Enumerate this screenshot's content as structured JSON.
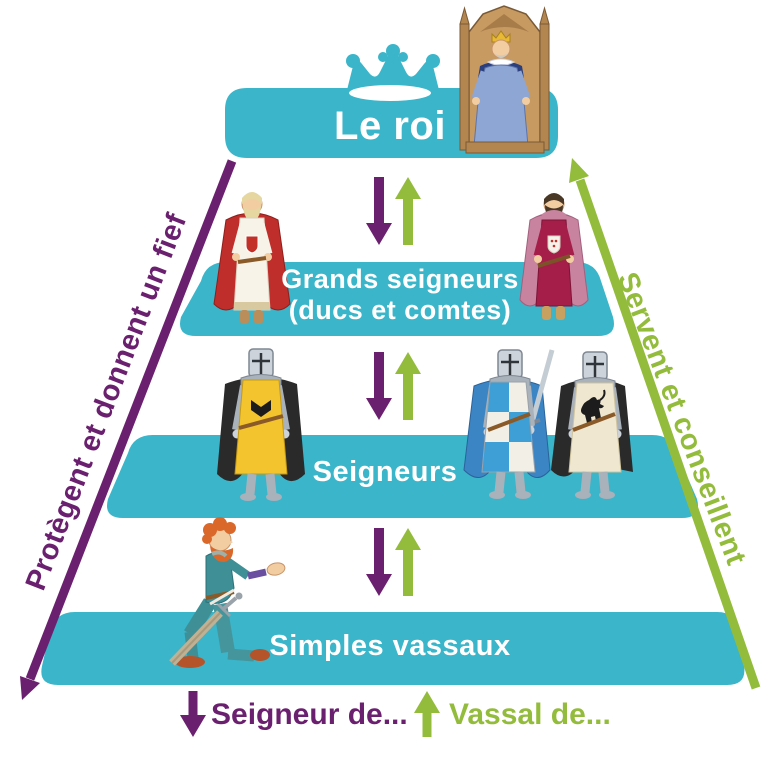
{
  "levels": [
    {
      "name": "king",
      "label": "Le roi"
    },
    {
      "name": "great-lords",
      "label_line1": "Grands seigneurs",
      "label_line2": "(ducs et comtes)"
    },
    {
      "name": "lords",
      "label": "Seigneurs"
    },
    {
      "name": "simple-vassals",
      "label": "Simples vassaux"
    }
  ],
  "side_labels": {
    "left": "Protègent et donnent un fief",
    "right": "Servent et conseillent"
  },
  "legend": {
    "seigneur": "Seigneur de...",
    "vassal": "Vassal de..."
  },
  "colors": {
    "band_teal": "#3ab5c9",
    "purple": "#6b1f6f",
    "green": "#94bc3c",
    "label_text": "#ffffff"
  },
  "icons": {
    "crown": "crown-icon",
    "down_arrow": "down-arrow-icon",
    "up_arrow": "up-arrow-icon"
  },
  "figures": [
    "king-on-throne",
    "great-lord-white-robe",
    "great-lord-crimson-robe",
    "knight-yellow-surcoat",
    "knight-blue-white-surcoat",
    "knight-cream-lion-surcoat",
    "kneeling-vassal"
  ]
}
